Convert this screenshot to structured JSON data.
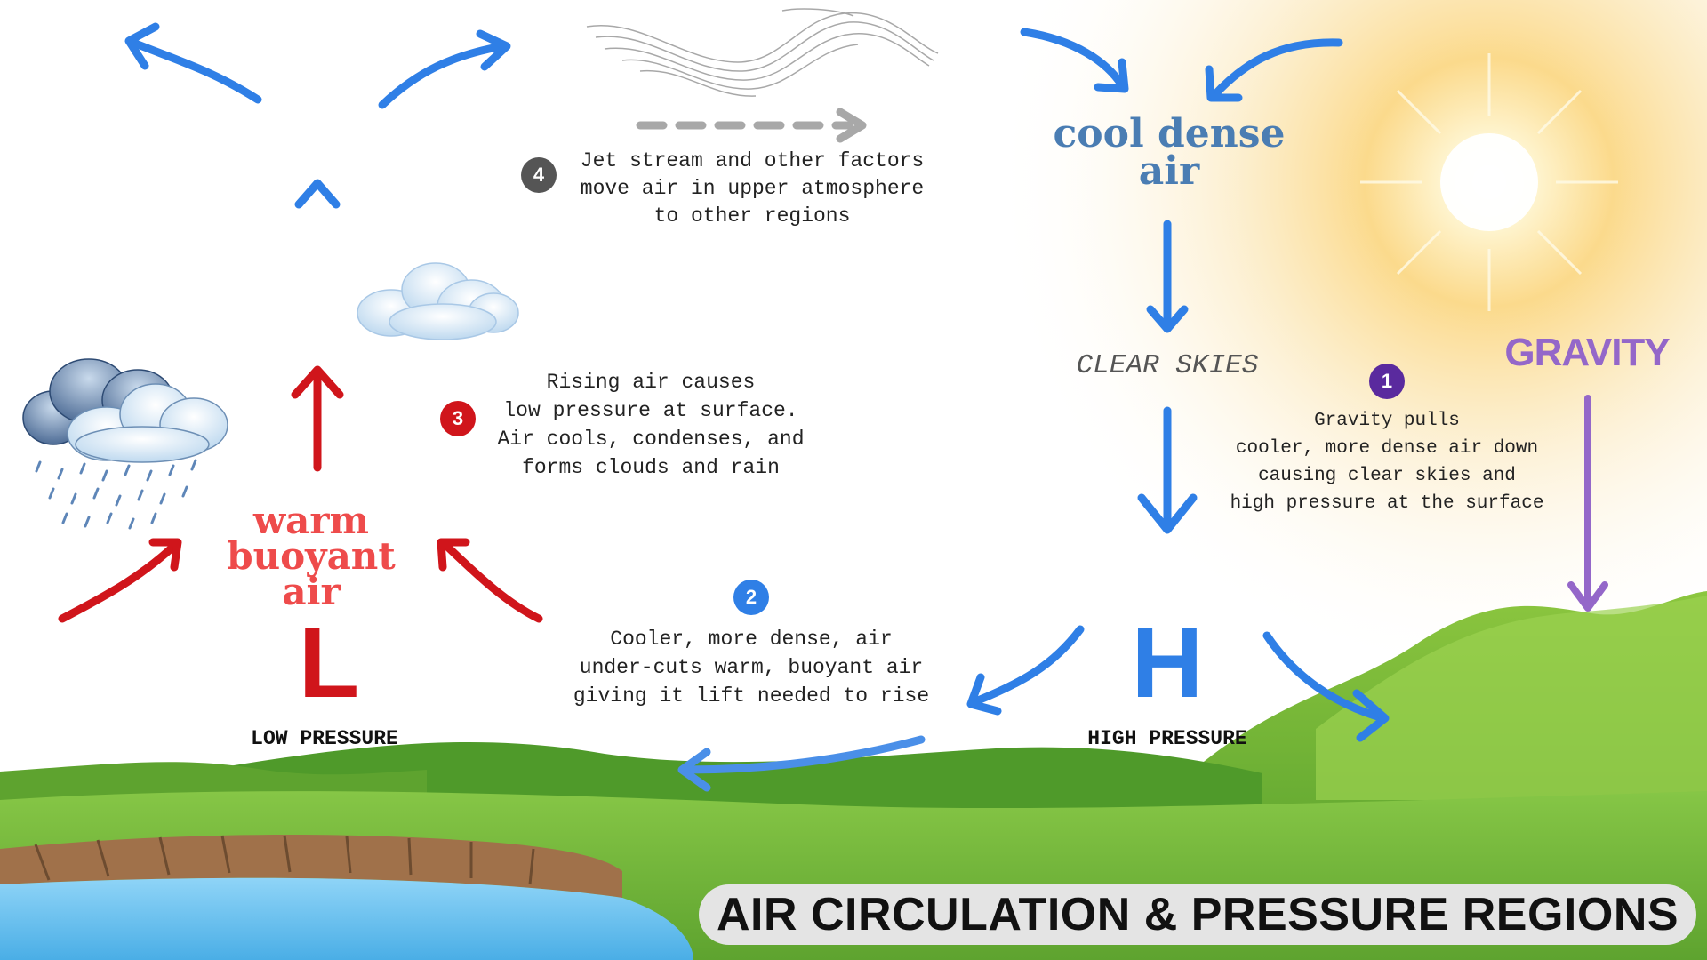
{
  "title": "AIR CIRCULATION & PRESSURE REGIONS",
  "labels": {
    "cool_dense_air_line1": "cool dense",
    "cool_dense_air_line2": "air",
    "warm_buoyant_air_line1": "warm",
    "warm_buoyant_air_line2": "buoyant",
    "warm_buoyant_air_line3": "air",
    "clear_skies": "CLEAR SKIES",
    "gravity": "GRAVITY",
    "low_letter": "L",
    "high_letter": "H",
    "low_pressure": "LOW PRESSURE",
    "high_pressure": "HIGH PRESSURE"
  },
  "steps": [
    {
      "number": "1",
      "lines": [
        "Gravity pulls",
        "cooler, more dense air down",
        "causing clear skies and",
        "high pressure at the surface"
      ]
    },
    {
      "number": "2",
      "lines": [
        "Cooler, more dense, air",
        "under-cuts warm, buoyant air",
        "giving it lift needed to rise"
      ]
    },
    {
      "number": "3",
      "lines": [
        "Rising air causes",
        "low pressure at surface.",
        "Air cools, condenses, and",
        "forms clouds and rain"
      ]
    },
    {
      "number": "4",
      "lines": [
        "Jet stream and other factors",
        "move air in upper atmosphere",
        "to other regions"
      ]
    }
  ],
  "colors": {
    "blue": "#2f7fe6",
    "red": "#d0151b",
    "warm_text": "#ee4b4b",
    "cool_text": "#4a7db3",
    "purple": "#9467c9",
    "badge_1": "#5a2a9e",
    "badge_2": "#2f7fe6",
    "badge_3": "#d0151b",
    "badge_4": "#555555",
    "grass": "#6fb73a",
    "water": "#6ec3ef"
  }
}
